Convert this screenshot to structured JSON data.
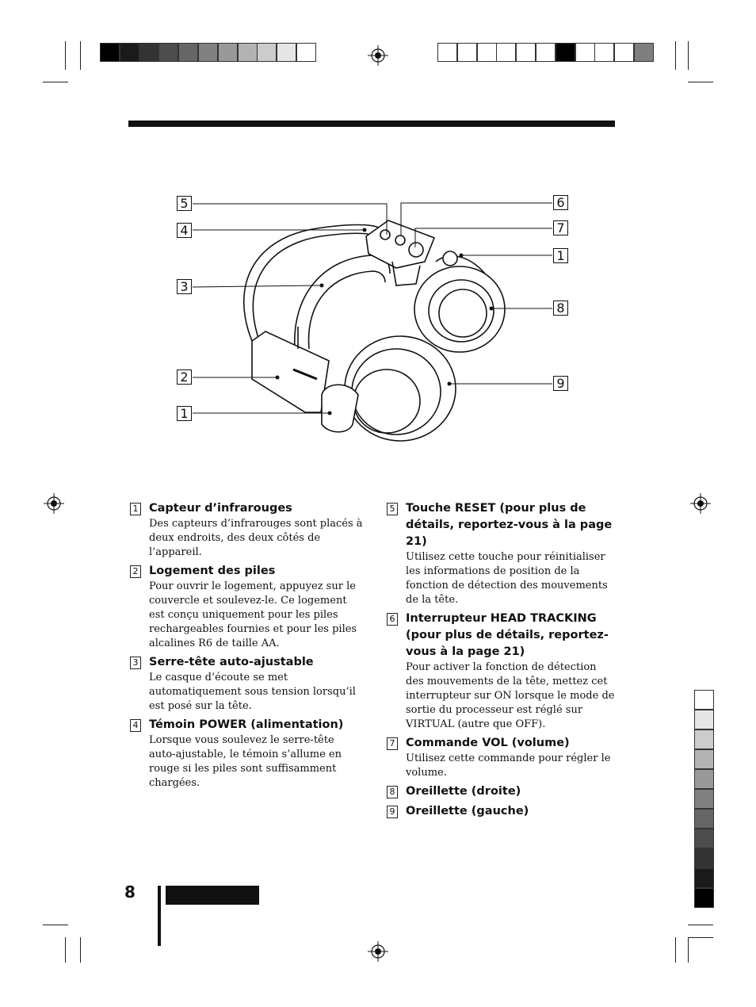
{
  "page_number": "8",
  "calibration_left": [
    "#000000",
    "#1a1a1a",
    "#333333",
    "#4d4d4d",
    "#666666",
    "#808080",
    "#999999",
    "#b3b3b3",
    "#cccccc",
    "#e6e6e6",
    "#ffffff"
  ],
  "calibration_right": [
    "#ffffff",
    "#ffffff",
    "#ffffff",
    "#ffffff",
    "#ffffff",
    "#ffffff",
    "#000000",
    "#ffffff",
    "#ffffff",
    "#ffffff",
    "#7f7f7f"
  ],
  "calibration_side": [
    "#ffffff",
    "#e6e6e6",
    "#cccccc",
    "#b3b3b3",
    "#999999",
    "#808080",
    "#666666",
    "#4d4d4d",
    "#333333",
    "#1a1a1a",
    "#000000"
  ],
  "figure": {
    "callouts_left": [
      "5",
      "4",
      "3",
      "2",
      "1"
    ],
    "callouts_right": [
      "6",
      "7",
      "1",
      "8",
      "9"
    ]
  },
  "parts": [
    {
      "num": "1",
      "title": "Capteur d’infrarouges",
      "desc": "Des capteurs d’infrarouges sont placés à deux endroits, des deux côtés de l’appareil."
    },
    {
      "num": "2",
      "title": "Logement des piles",
      "desc": "Pour ouvrir le logement, appuyez sur le couvercle et soulevez-le. Ce logement est conçu uniquement pour les piles rechargeables fournies et pour les piles alcalines R6 de taille AA."
    },
    {
      "num": "3",
      "title": "Serre-tête auto-ajustable",
      "desc": "Le casque d’écoute se met automatiquement sous tension lorsqu’il est posé sur la tête."
    },
    {
      "num": "4",
      "title": "Témoin POWER (alimentation)",
      "desc": "Lorsque vous soulevez le serre-tête auto-ajustable, le témoin s’allume en rouge si les piles sont suffisamment chargées."
    },
    {
      "num": "5",
      "title": "Touche RESET (pour plus de détails, reportez-vous à la page 21)",
      "desc": "Utilisez cette touche pour réinitialiser les informations de position de la fonction de détection des mouvements de la tête."
    },
    {
      "num": "6",
      "title": "Interrupteur HEAD TRACKING (pour plus de détails, reportez-vous à la page 21)",
      "desc": "Pour activer la fonction de détection des mouvements de la tête, mettez cet interrupteur sur ON lorsque le mode de sortie du processeur est réglé sur VIRTUAL (autre que OFF)."
    },
    {
      "num": "7",
      "title": "Commande VOL (volume)",
      "desc": "Utilisez cette commande pour régler le volume."
    },
    {
      "num": "8",
      "title": "Oreillette (droite)",
      "desc": ""
    },
    {
      "num": "9",
      "title": "Oreillette (gauche)",
      "desc": ""
    }
  ]
}
